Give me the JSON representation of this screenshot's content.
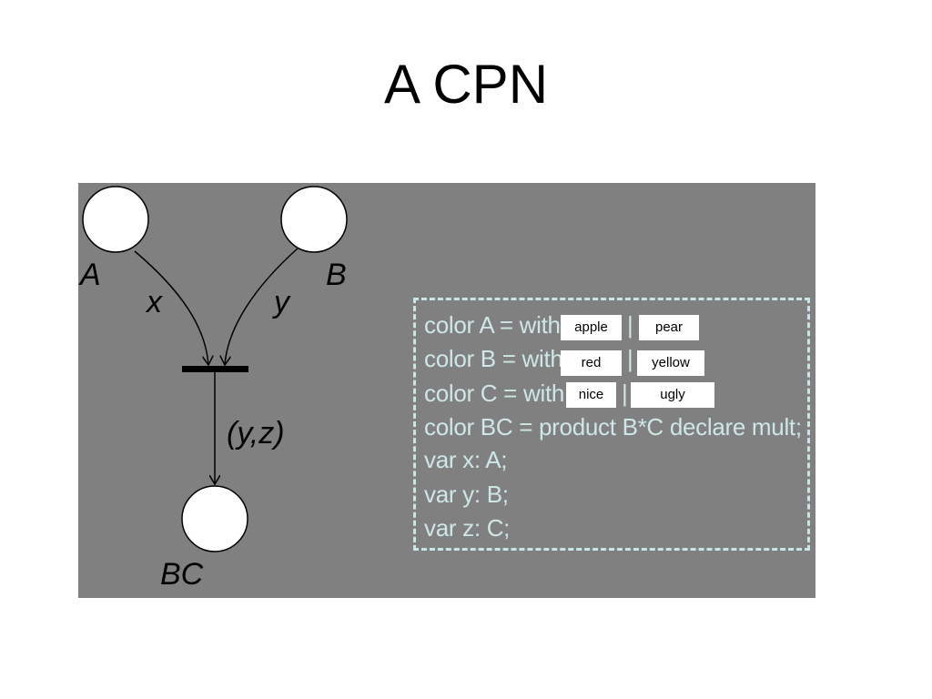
{
  "title": "A CPN",
  "net": {
    "places": [
      {
        "id": "A",
        "label": "A"
      },
      {
        "id": "B",
        "label": "B"
      },
      {
        "id": "BC",
        "label": "BC"
      }
    ],
    "arcs": [
      {
        "from": "A",
        "to": "transition",
        "label": "x"
      },
      {
        "from": "B",
        "to": "transition",
        "label": "y"
      },
      {
        "from": "transition",
        "to": "BC",
        "label": "(y,z)"
      }
    ]
  },
  "declarations": [
    "color A = with",
    "color B = with",
    "color C = with",
    "color BC = product B*C declare mult;",
    "var x: A;",
    "var y: B;",
    "var z: C;"
  ],
  "separators": [
    "|",
    "|",
    "|"
  ],
  "overlays": {
    "a1": "apple",
    "a2": "pear",
    "b1": "red",
    "b2": "yellow",
    "c1": "nice",
    "c2": "ugly"
  },
  "colors": {
    "panel": "#808080",
    "code_text": "#cfe6e6",
    "code_border": "#c8e6e6"
  }
}
